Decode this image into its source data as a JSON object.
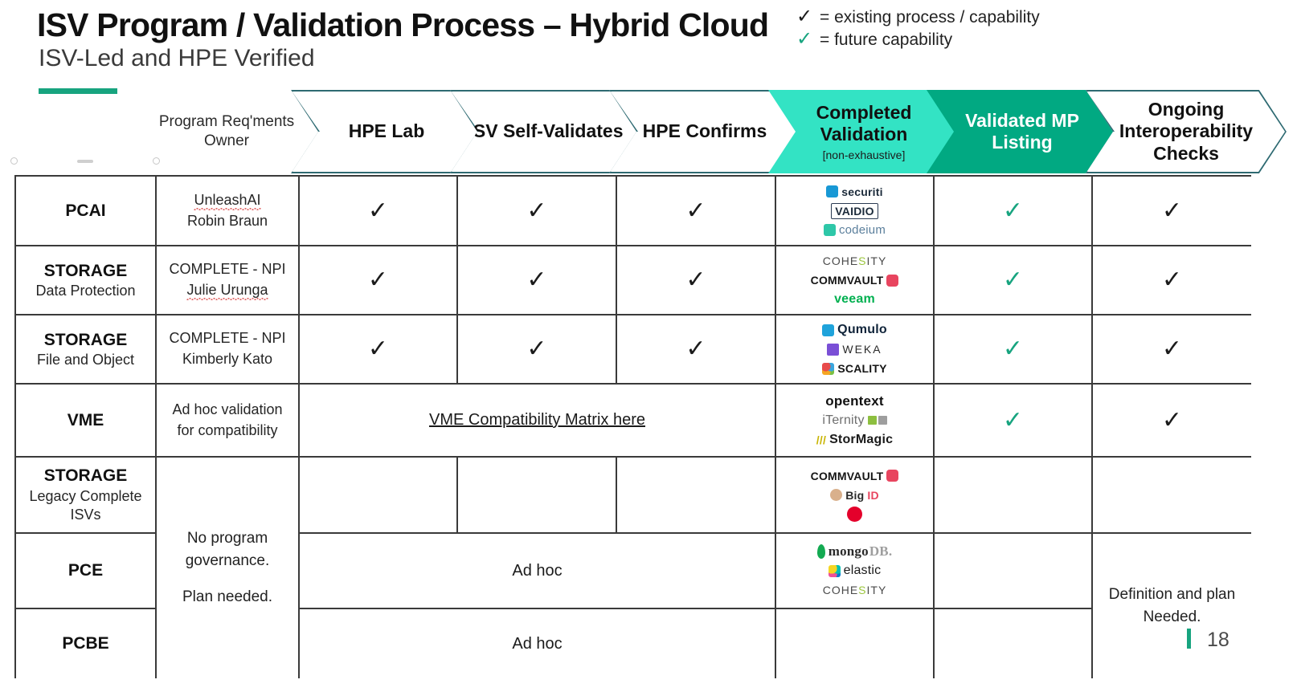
{
  "header": {
    "title": "ISV Program / Validation Process – Hybrid Cloud",
    "subtitle": "ISV-Led and HPE Verified"
  },
  "legend": [
    {
      "check": "✓",
      "color": "#1b1b1b",
      "text": "= existing process / capability"
    },
    {
      "check": "✓",
      "color": "#17a47f",
      "text": "= future capability"
    }
  ],
  "columns": {
    "segment": "",
    "owner_head_line1": "Program Req'ments",
    "owner_head_line2": "Owner",
    "chevrons": [
      {
        "label": "HPE Lab",
        "style": "outline",
        "sub": ""
      },
      {
        "label": "ISV Self-Validates",
        "style": "outline",
        "sub": ""
      },
      {
        "label": "HPE Confirms",
        "style": "outline",
        "sub": ""
      },
      {
        "label": "Completed Validation",
        "style": "mint",
        "sub": "[non-exhaustive]"
      },
      {
        "label": "Validated MP Listing",
        "style": "teal",
        "sub": ""
      },
      {
        "label": "Ongoing Interoperability Checks",
        "style": "outline",
        "sub": ""
      }
    ]
  },
  "rows": [
    {
      "segment_title": "PCAI",
      "segment_sub": "",
      "owner_line1": "UnleashAI",
      "owner_line2": "Robin Braun",
      "hpe_lab": "✓",
      "isv_self": "✓",
      "hpe_confirms": "✓",
      "validated_mp": "✓",
      "ongoing": "✓",
      "logos": [
        "securiti",
        "VAIDIO",
        "codeium"
      ]
    },
    {
      "segment_title": "STORAGE",
      "segment_sub": "Data Protection",
      "owner_line1": "COMPLETE - NPI",
      "owner_line2": "Julie Urunga",
      "hpe_lab": "✓",
      "isv_self": "✓",
      "hpe_confirms": "✓",
      "validated_mp": "✓",
      "ongoing": "✓",
      "logos": [
        "COHESITY",
        "COMMVAULT",
        "veeam"
      ]
    },
    {
      "segment_title": "STORAGE",
      "segment_sub": "File and Object",
      "owner_line1": "COMPLETE - NPI",
      "owner_line2": "Kimberly Kato",
      "hpe_lab": "✓",
      "isv_self": "✓",
      "hpe_confirms": "✓",
      "validated_mp": "✓",
      "ongoing": "✓",
      "logos": [
        "Qumulo",
        "WEKA",
        "SCALITY"
      ]
    },
    {
      "segment_title": "VME",
      "segment_sub": "",
      "owner_line1": "Ad hoc validation",
      "owner_line2": "for compatibility",
      "span_link": "VME Compatibility Matrix here",
      "validated_mp": "✓",
      "ongoing": "✓",
      "logos": [
        "opentext",
        "iTernity",
        "StorMagic"
      ]
    },
    {
      "segment_title": "STORAGE",
      "segment_sub": "Legacy Complete ISVs",
      "hpe_lab": "",
      "isv_self": "",
      "hpe_confirms": "",
      "validated_mp": "",
      "ongoing": "",
      "logos": [
        "COMMVAULT",
        "BigID",
        "F5"
      ]
    },
    {
      "segment_title": "PCE",
      "segment_sub": "",
      "span_text": "Ad hoc",
      "validated_mp": "",
      "ongoing": "",
      "logos": [
        "mongoDB",
        "elastic",
        "COHESITY"
      ]
    },
    {
      "segment_title": "PCBE",
      "segment_sub": "",
      "span_text": "Ad hoc",
      "validated_mp": "",
      "ongoing": "",
      "logos": []
    }
  ],
  "merged": {
    "owner_note_line1": "No program",
    "owner_note_line2": "governance.",
    "owner_note_line3": "Plan needed.",
    "ongoing_note_line1": "Definition and plan",
    "ongoing_note_line2": "Needed."
  },
  "footer": {
    "page_number": "18",
    "accent_color": "#17a47f"
  }
}
